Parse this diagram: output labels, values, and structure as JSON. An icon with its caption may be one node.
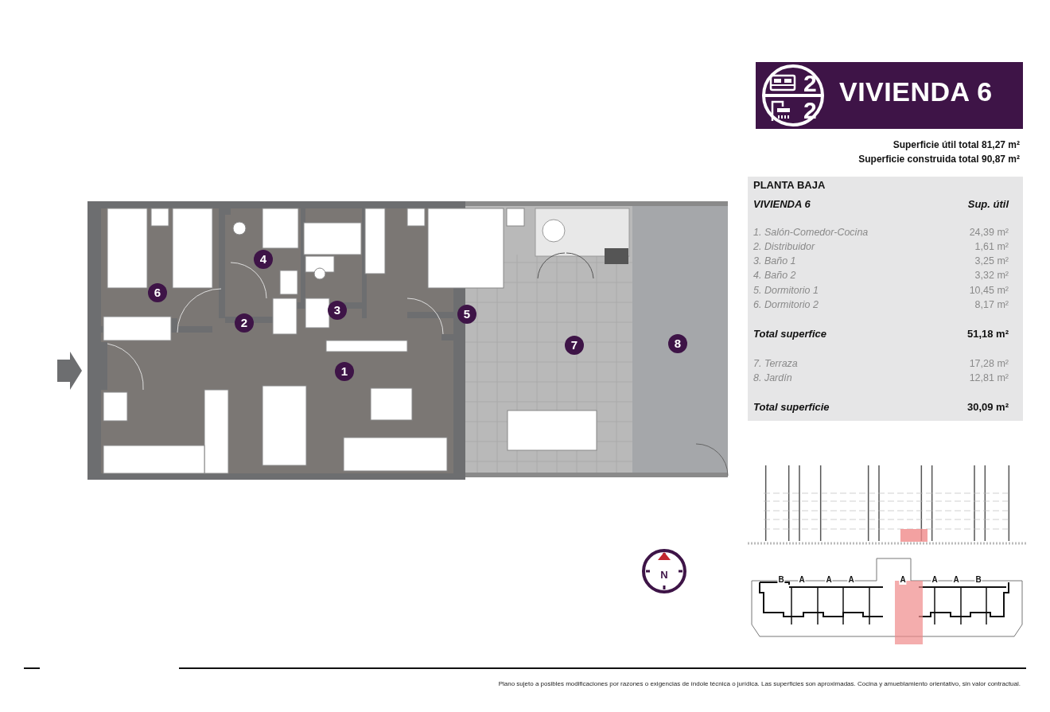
{
  "diagram": {
    "title": "VIVIENDA 6",
    "caption": "Plano sujeto a posibles modificaciones por razones o exigencias de índole técnica o jurídica. Las superficies son aproximadas. Cocina y amueblamiento orientativo, sin valor contractual.",
    "labels": [
      "2",
      "2",
      "Superficie útil total 81,27 m²",
      "Superficie construida total 90,87 m²",
      "PLANTA BAJA",
      "VIVIENDA 6",
      "Sup. útil",
      "1. Salón-Comedor-Cocina",
      "24,39 m²",
      "2. Distribuidor",
      "1,61 m²",
      "3. Baño 1",
      "3,25 m²",
      "4. Baño 2",
      "3,32 m²",
      "5. Dormitorio 1",
      "10,45 m²",
      "6. Dormitorio 2",
      "8,17 m²",
      "Total superfice",
      "51,18 m²",
      "7. Terraza",
      "17,28 m²",
      "8. Jardín",
      "12,81 m²",
      "Total superficie",
      "30,09 m²",
      "6",
      "4",
      "2",
      "3",
      "5",
      "1",
      "7",
      "8",
      "N",
      "B",
      "A",
      "A",
      "A",
      "A",
      "A",
      "A",
      "B"
    ]
  }
}
